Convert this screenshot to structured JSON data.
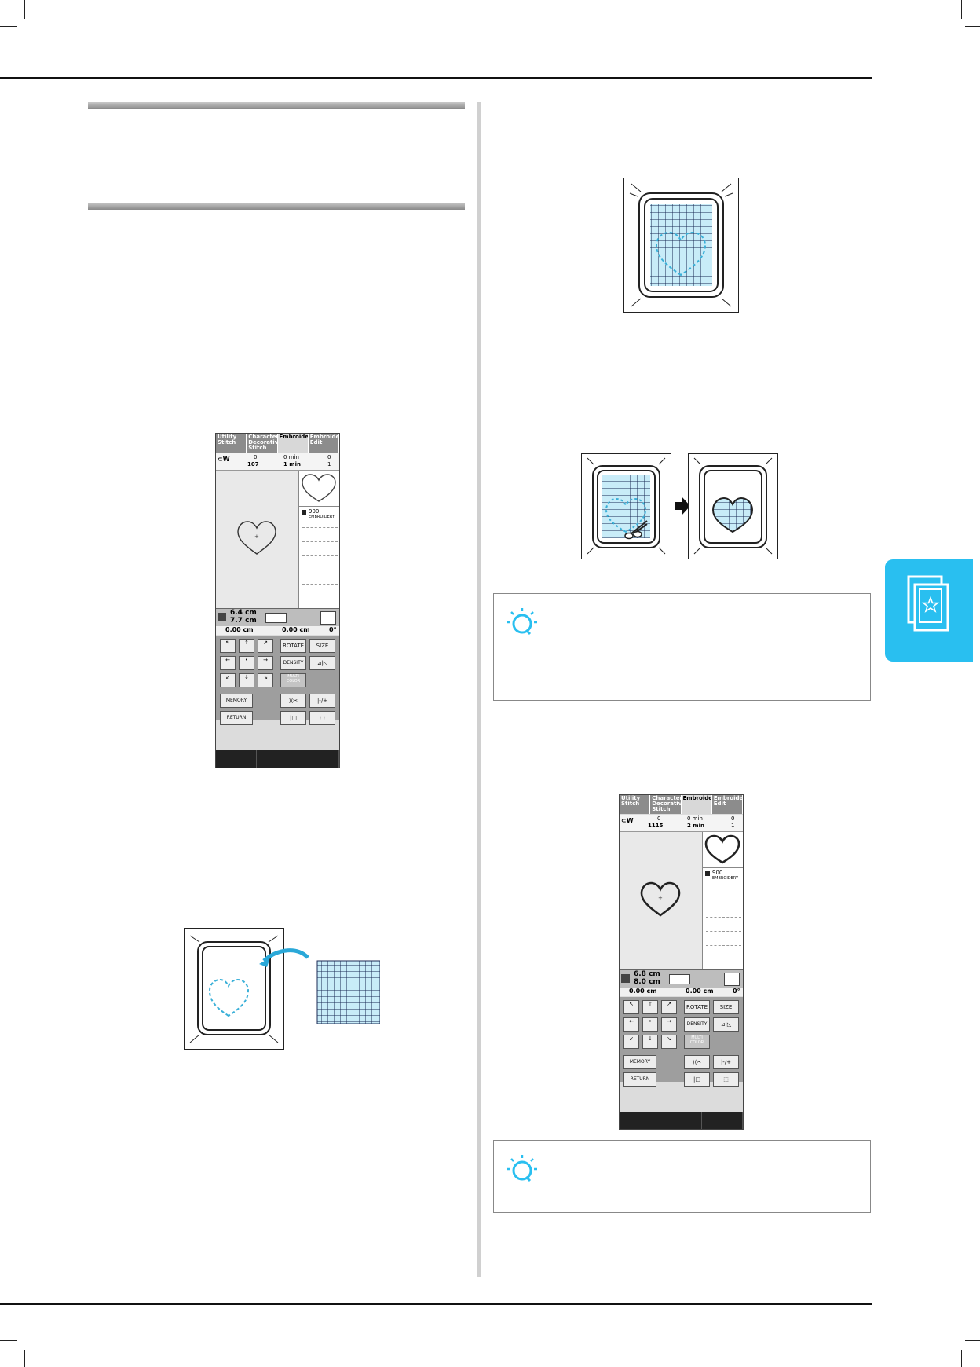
{
  "screens": [
    {
      "tabs": [
        "Utility Stitch",
        "Character Decorative Stitch",
        "Embroidery",
        "Embroidery Edit"
      ],
      "stitch_count": "0",
      "stitch_total": "107",
      "time": "0 min",
      "time_total": "1 min",
      "color_index": "0",
      "color_total": "1",
      "thread_code": "900",
      "thread_name": "EMBROIDERY",
      "width": "6.4 cm",
      "height": "7.7 cm",
      "pos_x": "0.00 cm",
      "pos_y": "0.00 cm",
      "angle": "0°",
      "buttons": {
        "rotate": "ROTATE",
        "size": "SIZE",
        "density": "DENSITY",
        "multi_color": "MULTI COLOR",
        "memory": "MEMORY",
        "return": "RETURN"
      }
    },
    {
      "tabs": [
        "Utility Stitch",
        "Character Decorative Stitch",
        "Embroidery",
        "Embroidery Edit"
      ],
      "stitch_count": "0",
      "stitch_total": "1115",
      "time": "0 min",
      "time_total": "2 min",
      "color_index": "0",
      "color_total": "1",
      "thread_code": "900",
      "thread_name": "EMBROIDERY",
      "width": "6.8 cm",
      "height": "8.0 cm",
      "pos_x": "0.00 cm",
      "pos_y": "0.00 cm",
      "angle": "0°",
      "buttons": {
        "rotate": "ROTATE",
        "size": "SIZE",
        "density": "DENSITY",
        "multi_color": "MULTI COLOR",
        "memory": "MEMORY",
        "return": "RETURN"
      }
    }
  ],
  "icons": [
    "note-bulb-icon",
    "embroidery-frame-star-icon",
    "arrow-right-icon",
    "scissors-icon"
  ]
}
